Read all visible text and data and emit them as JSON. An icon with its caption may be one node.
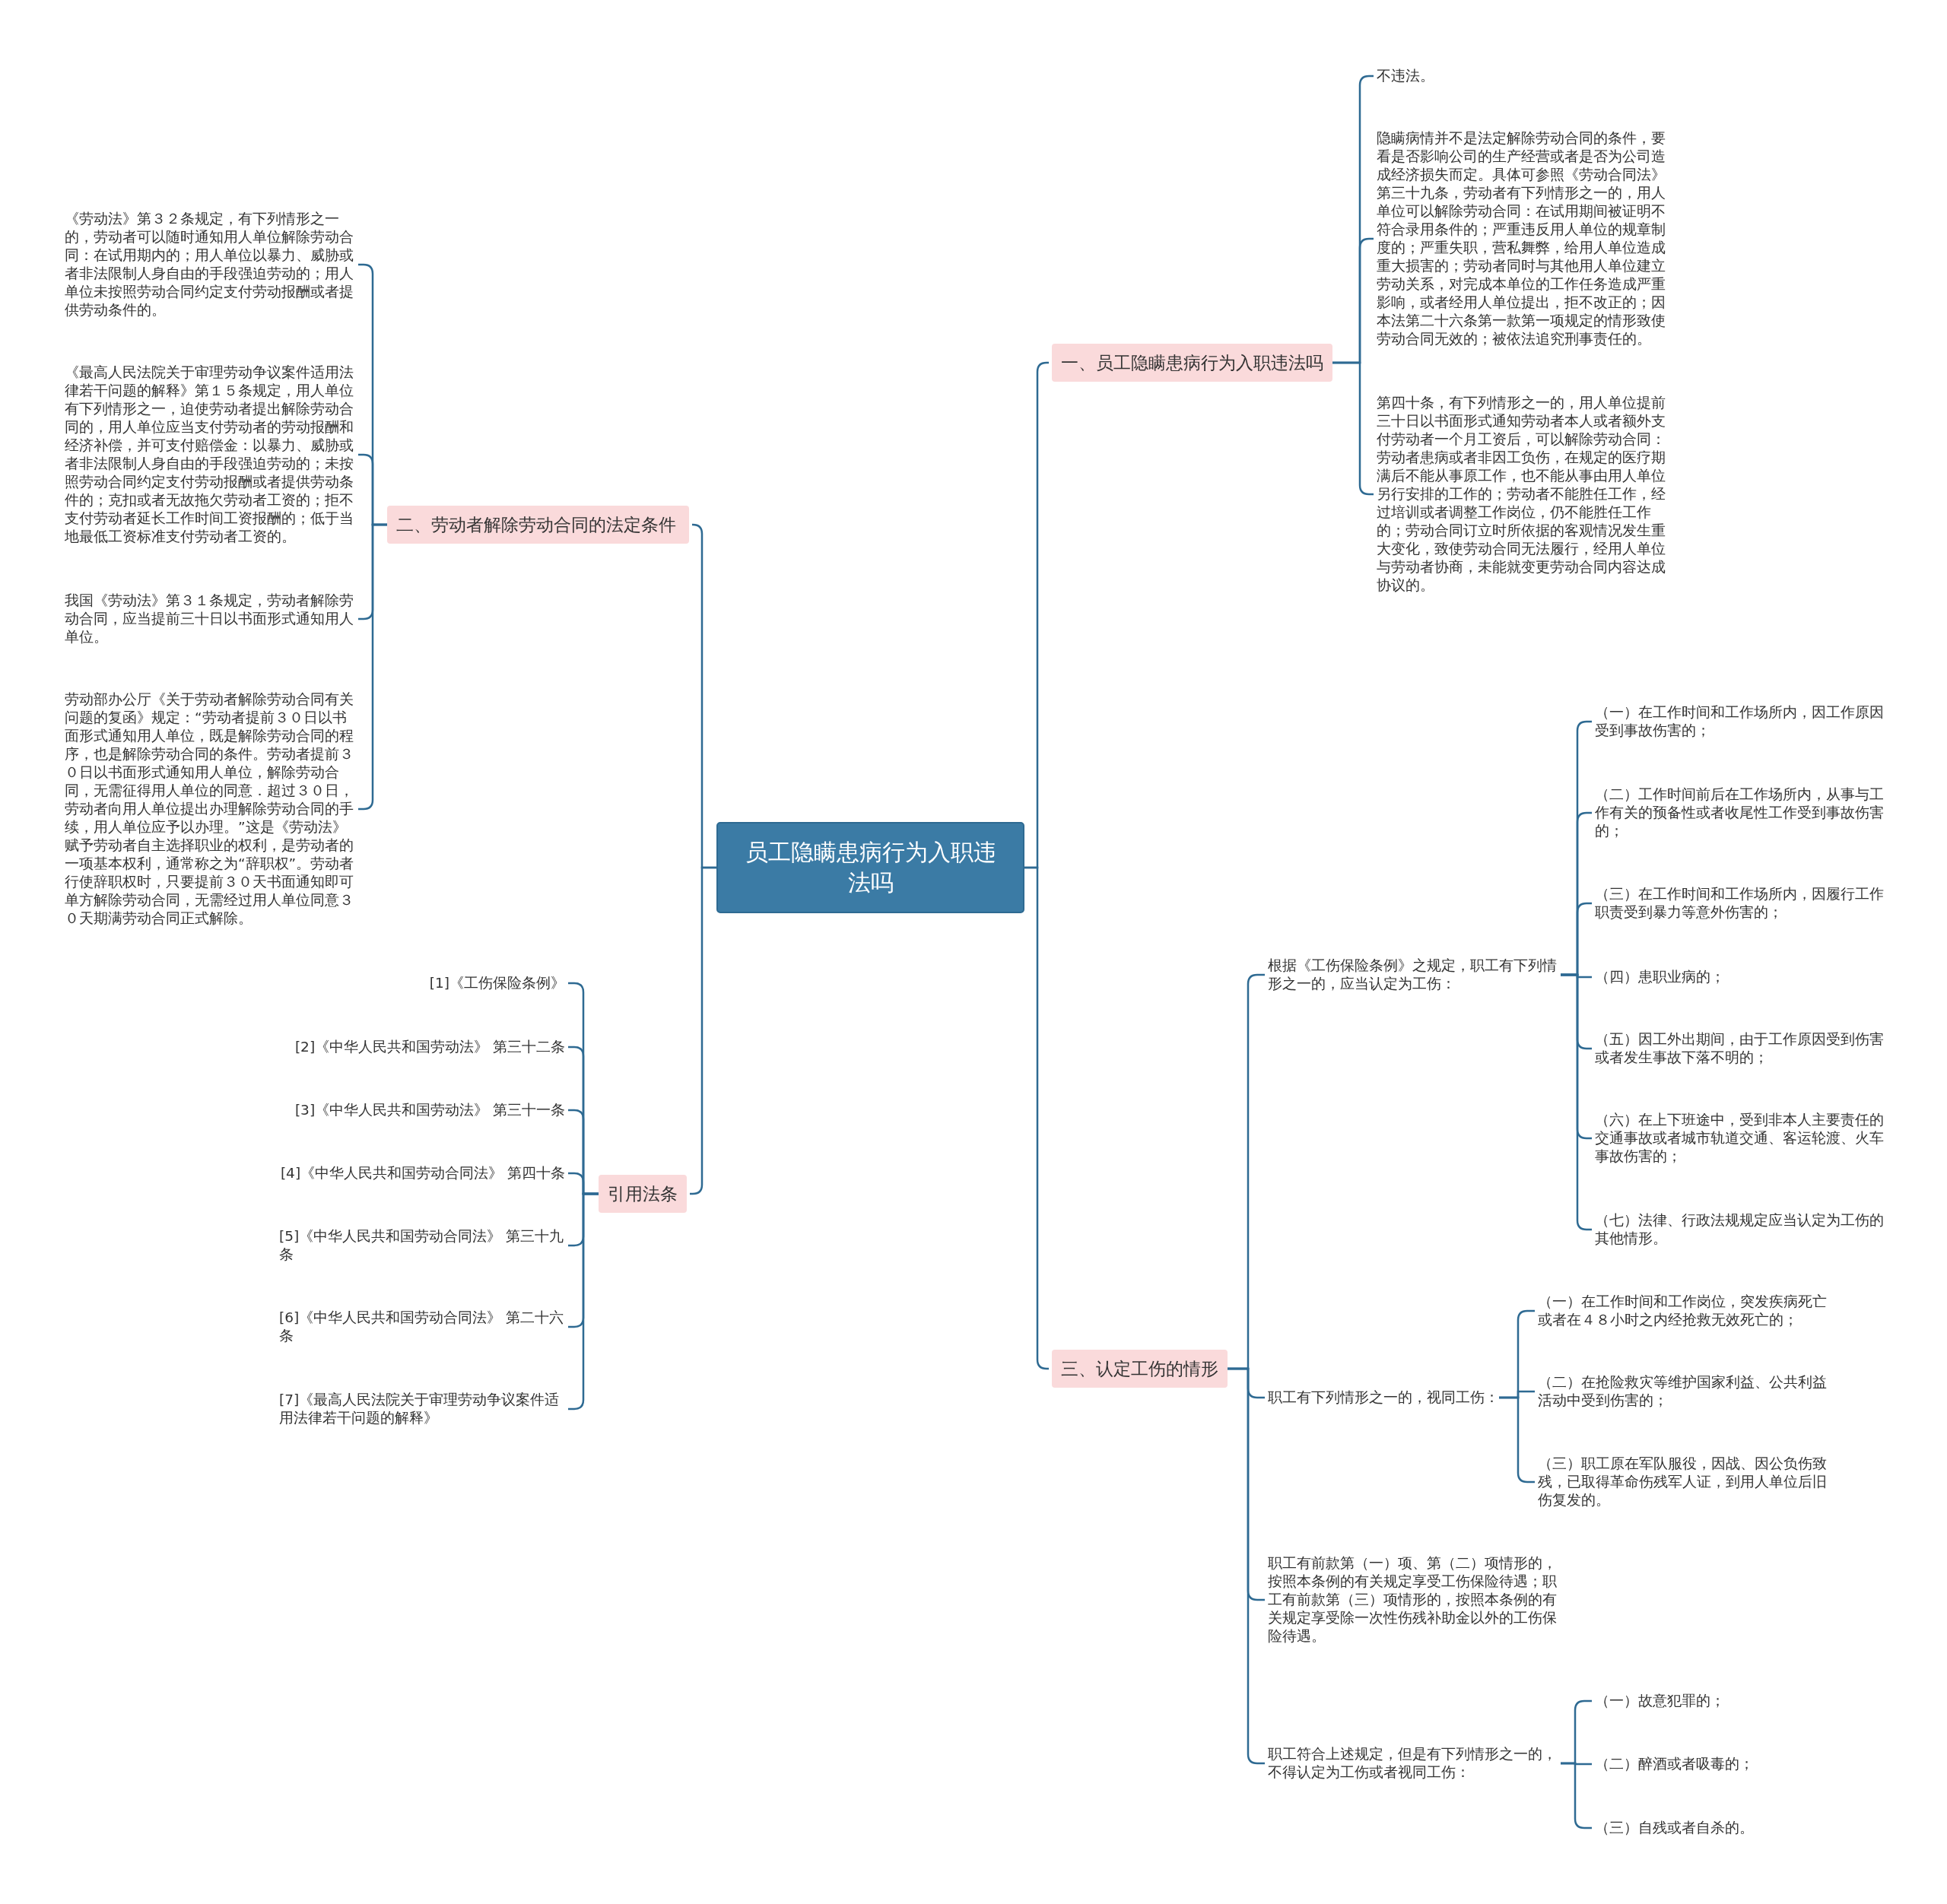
{
  "diagram": {
    "nodes": [
      {
        "text": [
          "员工隐瞒患病行为入职违法吗"
        ]
      },
      {
        "text": [
          "一、员工隐瞒患病行为入职违法吗"
        ]
      },
      {
        "text": [
          "不违法。"
        ]
      },
      {
        "text": [
          "隐瞒病情并不是法定解除劳动合同的条件，要看是否影响公司的生产经营或者是否为公司造成经济损失而定。具体可参照《劳动合同法》第三十九条，劳动者有下列情形之一的，用人单位可以解除劳动合同：在试用期间被证明不符合录用条件的；严重违反用人单位的规章制度的；严重失职，营私舞弊，给用人单位造成重大损害的；劳动者同时与其他用人单位建立劳动关系，对完成本单位的工作任务造成严重影响，或者经用人单位提出，拒不改正的；因本法第二十六条第一款第一项规定的情形致使劳动合同无效的；被依法追究刑事责任的。"
        ]
      },
      {
        "text": [
          "第四十条，有下列情形之一的，用人单位提前三十日以书面形式通知劳动者本人或者额外支付劳动者一个月工资后，可以解除劳动合同：劳动者患病或者非因工负伤，在规定的医疗期满后不能从事原工作，也不能从事由用人单位另行安排的工作的；劳动者不能胜任工作，经过培训或者调整工作岗位，仍不能胜任工作的；劳动合同订立时所依据的客观情况发生重大变化，致使劳动合同无法履行，经用人单位与劳动者协商，未能就变更劳动合同内容达成协议的。"
        ]
      },
      {
        "text": [
          "二、劳动者解除劳动合同的法定条件"
        ]
      },
      {
        "text": [
          "《劳动法》第３２条规定，有下列情形之一的，劳动者可以随时通知用人单位解除劳动合同：在试用期内的；用人单位以暴力、威胁或者非法限制人身自由的手段强迫劳动的；用人单位未按照劳动合同约定支付劳动报酬或者提供劳动条件的。"
        ]
      },
      {
        "text": [
          "《最高人民法院关于审理劳动争议案件适用法律若干问题的解释》第１５条规定，用人单位有下列情形之一，迫使劳动者提出解除劳动合同的，用人单位应当支付劳动者的劳动报酬和经济补偿，并可支付赔偿金：以暴力、威胁或者非法限制人身自由的手段强迫劳动的；未按照劳动合同约定支付劳动报酬或者提供劳动条件的；克扣或者无故拖欠劳动者工资的；拒不支付劳动者延长工作时间工资报酬的；低于当地最低工资标准支付劳动者工资的。"
        ]
      },
      {
        "text": [
          "我国《劳动法》第３１条规定，劳动者解除劳动合同，应当提前三十日以书面形式通知用人单位。"
        ]
      },
      {
        "text": [
          "劳动部办公厅《关于劳动者解除劳动合同有关问题的复函》规定：“劳动者提前３０日以书面形式通知用人单位，既是解除劳动合同的程序，也是解除劳动合同的条件。劳动者提前３０日以书面形式通知用人单位，解除劳动合同，无需征得用人单位的同意．超过３０日，劳动者向用人单位提出办理解除劳动合同的手续，用人单位应予以办理。”这是《劳动法》赋予劳动者自主选择职业的权利，是劳动者的一项基本权利，通常称之为“辞职权”。劳动者行使辞职权时，只要提前３０天书面通知即可单方解除劳动合同，无需经过用人单位同意３０天期满劳动合同正式解除。"
        ]
      },
      {
        "text": [
          "引用法条"
        ]
      },
      {
        "text": [
          "[1]《工伤保险条例》"
        ]
      },
      {
        "text": [
          "[2]《中华人民共和国劳动法》 第三十二条"
        ]
      },
      {
        "text": [
          "[3]《中华人民共和国劳动法》 第三十一条"
        ]
      },
      {
        "text": [
          "[4]《中华人民共和国劳动合同法》 第四十条"
        ]
      },
      {
        "text": [
          "[5]《中华人民共和国劳动合同法》 第三十九条"
        ]
      },
      {
        "text": [
          "[6]《中华人民共和国劳动合同法》 第二十六条"
        ]
      },
      {
        "text": [
          "[7]《最高人民法院关于审理劳动争议案件适用法律若干问题的解释》"
        ]
      },
      {
        "text": [
          "三、认定工伤的情形"
        ]
      },
      {
        "text": [
          "根据《工伤保险条例》之规定，职工有下列情形之一的，应当认定为工伤："
        ]
      },
      {
        "text": [
          "（一）在工作时间和工作场所内，因工作原因受到事故伤害的；"
        ]
      },
      {
        "text": [
          "（二）工作时间前后在工作场所内，从事与工作有关的预备性或者收尾性工作受到事故伤害的；"
        ]
      },
      {
        "text": [
          "（三）在工作时间和工作场所内，因履行工作职责受到暴力等意外伤害的；"
        ]
      },
      {
        "text": [
          "（四）患职业病的；"
        ]
      },
      {
        "text": [
          "（五）因工外出期间，由于工作原因受到伤害或者发生事故下落不明的；"
        ]
      },
      {
        "text": [
          "（六）在上下班途中，受到非本人主要责任的交通事故或者城市轨道交通、客运轮渡、火车事故伤害的；"
        ]
      },
      {
        "text": [
          "（七）法律、行政法规规定应当认定为工伤的其他情形。"
        ]
      },
      {
        "text": [
          "职工有下列情形之一的，视同工伤："
        ]
      },
      {
        "text": [
          "（一）在工作时间和工作岗位，突发疾病死亡或者在４８小时之内经抢救无效死亡的；"
        ]
      },
      {
        "text": [
          "（二）在抢险救灾等维护国家利益、公共利益活动中受到伤害的；"
        ]
      },
      {
        "text": [
          "（三）职工原在军队服役，因战、因公负伤致残，已取得革命伤残军人证，到用人单位后旧伤复发的。"
        ]
      },
      {
        "text": [
          "职工有前款第（一）项、第（二）项情形的，按照本条例的有关规定享受工伤保险待遇；职工有前款第（三）项情形的，按照本条例的有关规定享受除一次性伤残补助金以外的工伤保险待遇。"
        ]
      },
      {
        "text": [
          "职工符合上述规定，但是有下列情形之一的，不得认定为工伤或者视同工伤："
        ]
      },
      {
        "text": [
          "（一）故意犯罪的；"
        ]
      },
      {
        "text": [
          "（二）醉酒或者吸毒的；"
        ]
      },
      {
        "text": [
          "（三）自残或者自杀的。"
        ]
      }
    ],
    "edges": [
      {
        "from": 0,
        "to": 1,
        "arrow": "none"
      },
      {
        "from": 1,
        "to": 2,
        "arrow": "none"
      },
      {
        "from": 1,
        "to": 3,
        "arrow": "none"
      },
      {
        "from": 1,
        "to": 4,
        "arrow": "none"
      },
      {
        "from": 0,
        "to": 5,
        "arrow": "none"
      },
      {
        "from": 5,
        "to": 6,
        "arrow": "none"
      },
      {
        "from": 5,
        "to": 7,
        "arrow": "none"
      },
      {
        "from": 5,
        "to": 8,
        "arrow": "none"
      },
      {
        "from": 5,
        "to": 9,
        "arrow": "none"
      },
      {
        "from": 0,
        "to": 10,
        "arrow": "none"
      },
      {
        "from": 10,
        "to": 11,
        "arrow": "none"
      },
      {
        "from": 10,
        "to": 12,
        "arrow": "none"
      },
      {
        "from": 10,
        "to": 13,
        "arrow": "none"
      },
      {
        "from": 10,
        "to": 14,
        "arrow": "none"
      },
      {
        "from": 10,
        "to": 15,
        "arrow": "none"
      },
      {
        "from": 10,
        "to": 16,
        "arrow": "none"
      },
      {
        "from": 10,
        "to": 17,
        "arrow": "none"
      },
      {
        "from": 0,
        "to": 18,
        "arrow": "none"
      },
      {
        "from": 18,
        "to": 19,
        "arrow": "none"
      },
      {
        "from": 19,
        "to": 20,
        "arrow": "none"
      },
      {
        "from": 19,
        "to": 21,
        "arrow": "none"
      },
      {
        "from": 19,
        "to": 22,
        "arrow": "none"
      },
      {
        "from": 19,
        "to": 23,
        "arrow": "none"
      },
      {
        "from": 19,
        "to": 24,
        "arrow": "none"
      },
      {
        "from": 19,
        "to": 25,
        "arrow": "none"
      },
      {
        "from": 19,
        "to": 26,
        "arrow": "none"
      },
      {
        "from": 18,
        "to": 27,
        "arrow": "none"
      },
      {
        "from": 27,
        "to": 28,
        "arrow": "none"
      },
      {
        "from": 27,
        "to": 29,
        "arrow": "none"
      },
      {
        "from": 27,
        "to": 30,
        "arrow": "none"
      },
      {
        "from": 18,
        "to": 31,
        "arrow": "none"
      },
      {
        "from": 18,
        "to": 32,
        "arrow": "none"
      },
      {
        "from": 32,
        "to": 33,
        "arrow": "none"
      },
      {
        "from": 32,
        "to": 34,
        "arrow": "none"
      },
      {
        "from": 32,
        "to": 35,
        "arrow": "none"
      }
    ]
  }
}
